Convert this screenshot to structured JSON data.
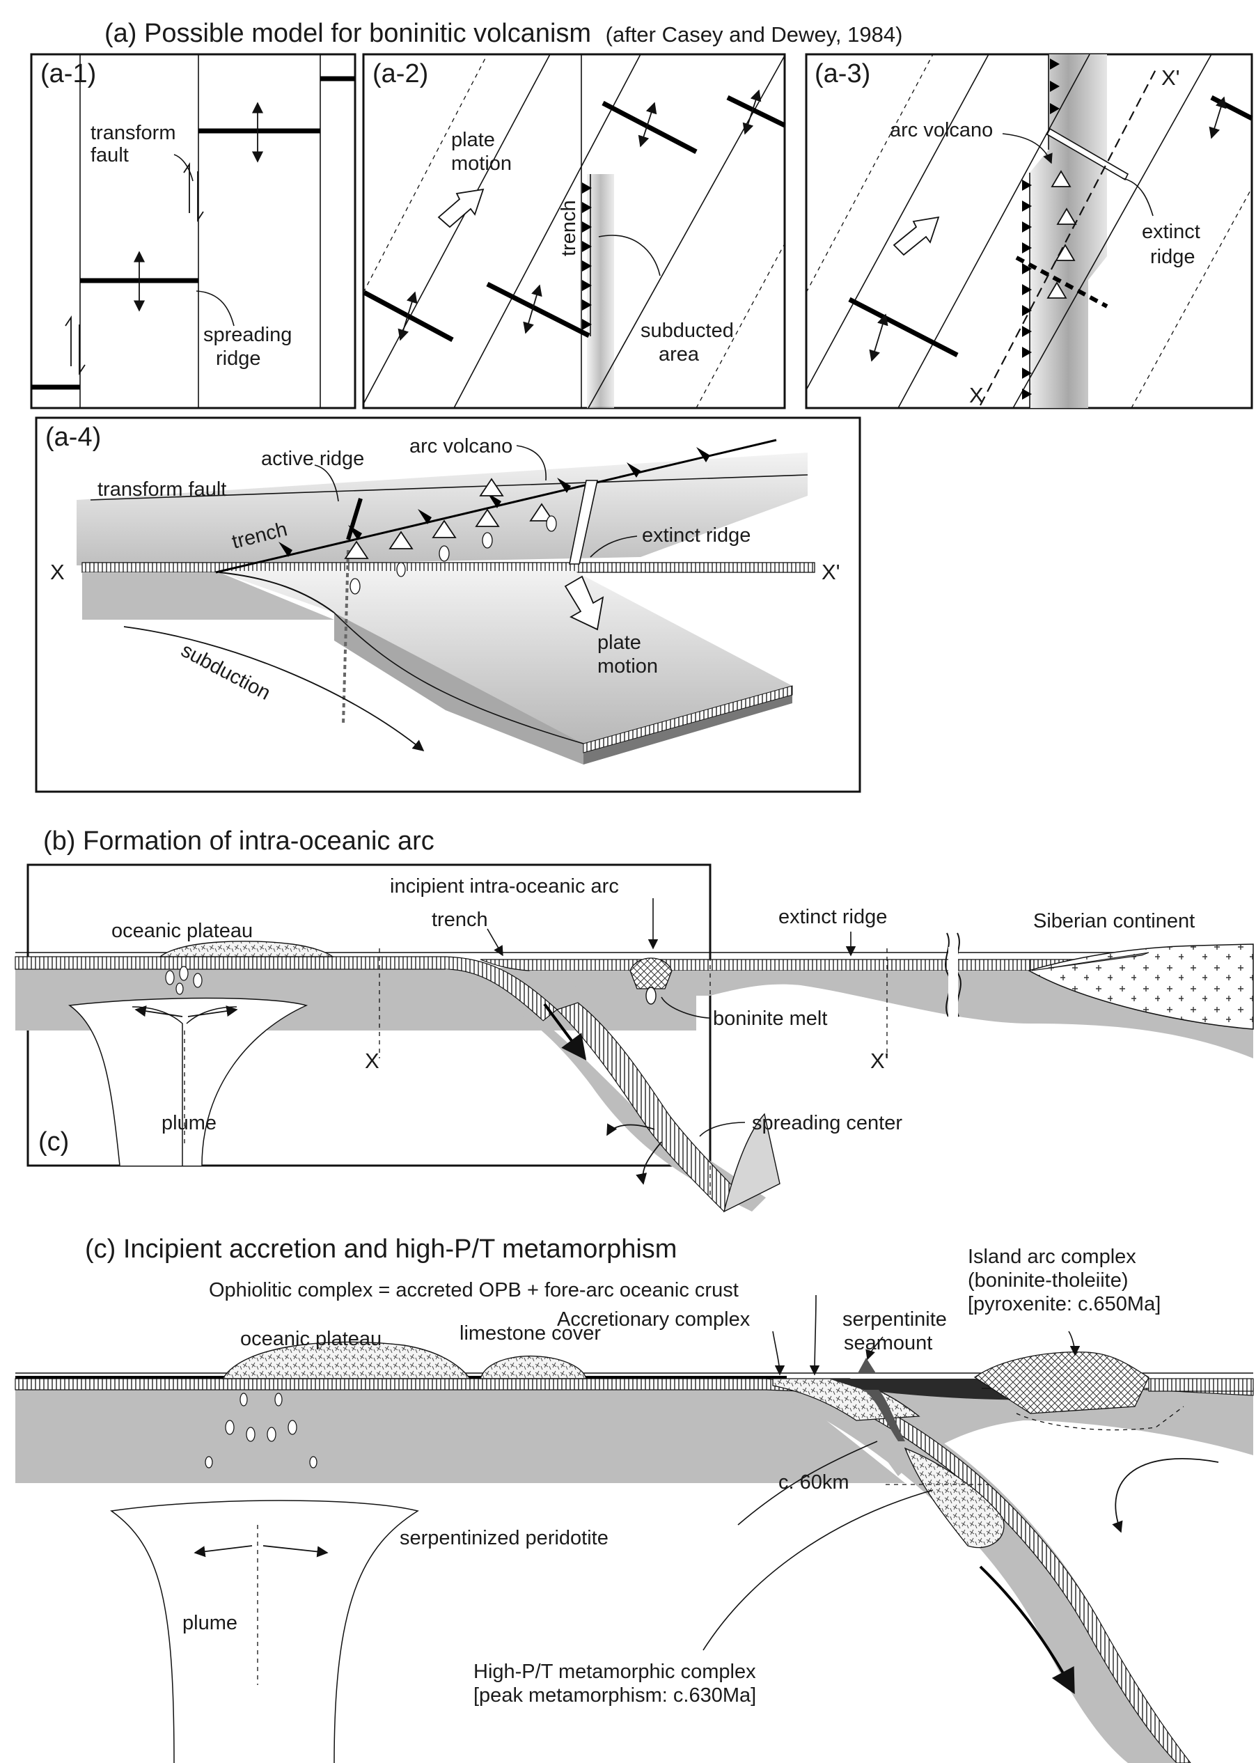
{
  "figure": {
    "title_main": "(a) Possible model for boninitic volcanism",
    "title_credit": "(after Casey and Dewey, 1984)",
    "panel_a1": {
      "label": "(a-1)",
      "transform_fault_1": "transform",
      "transform_fault_2": "fault",
      "spreading_ridge_1": "spreading",
      "spreading_ridge_2": "ridge"
    },
    "panel_a2": {
      "label": "(a-2)",
      "plate_motion_1": "plate",
      "plate_motion_2": "motion",
      "trench": "trench",
      "subducted_1": "subducted",
      "subducted_2": "area"
    },
    "panel_a3": {
      "label": "(a-3)",
      "arc_volcano": "arc volcano",
      "extinct_ridge_1": "extinct",
      "extinct_ridge_2": "ridge",
      "x": "X",
      "x_prime": "X'"
    },
    "panel_a4": {
      "label": "(a-4)",
      "active_ridge": "active ridge",
      "arc_volcano": "arc volcano",
      "transform_fault": "transform fault",
      "trench": "trench",
      "extinct_ridge": "extinct ridge",
      "x": "X",
      "x_prime": "X'",
      "plate_motion_1": "plate",
      "plate_motion_2": "motion",
      "subduction": "subduction"
    },
    "panel_b": {
      "title": "(b) Formation of intra-oceanic arc",
      "incipient_arc": "incipient intra-oceanic arc",
      "oceanic_plateau": "oceanic plateau",
      "trench": "trench",
      "extinct_ridge": "extinct ridge",
      "siberian_continent": "Siberian continent",
      "boninite_melt": "boninite melt",
      "x": "X",
      "x_prime": "X'",
      "plume": "plume",
      "spreading_center": "spreading center",
      "inset_label": "(c)"
    },
    "panel_c": {
      "title": "(c) Incipient accretion and high-P/T metamorphism",
      "ophiolitic": "Ophiolitic complex = accreted OPB + fore-arc oceanic crust",
      "island_arc_1": "Island arc complex",
      "island_arc_2": "(boninite-tholeiite)",
      "island_arc_3": "[pyroxenite: c.650Ma]",
      "accretionary": "Accretionary complex",
      "serpentinite_1": "serpentinite",
      "serpentinite_2": "seamount",
      "oceanic_plateau": "oceanic plateau",
      "limestone": "limestone cover",
      "depth": "c. 60km",
      "serp_peridotite": "serpentinized peridotite",
      "plume": "plume",
      "hpt_1": "High-P/T metamorphic complex",
      "hpt_2": "[peak metamorphism: c.630Ma]"
    }
  },
  "colors": {
    "mantle_gray": "#bdbdbd",
    "crust_gray": "#d9d9d9",
    "dark_crust": "#3a3a3a",
    "line": "#111111"
  }
}
